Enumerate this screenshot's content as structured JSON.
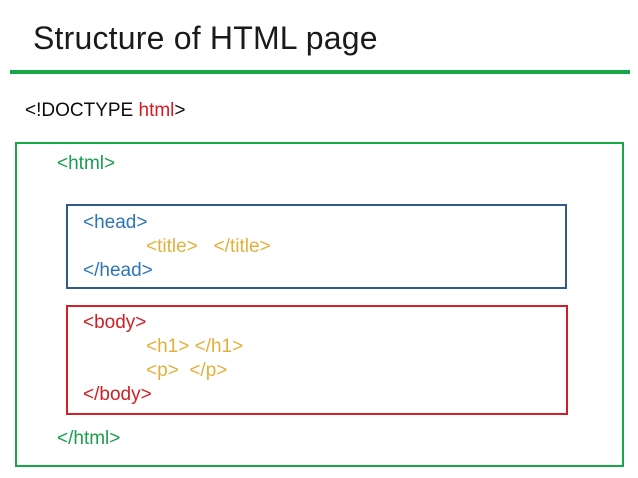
{
  "slide": {
    "title": "Structure of HTML page",
    "accent_green": "#17a84a",
    "accent_red": "#d71920",
    "accent_blue": "#2e75b6",
    "accent_amber": "#e3b03c",
    "title_color": "#1a1a1a"
  },
  "doctype": {
    "prefix": "<!DOCTYPE ",
    "keyword": "html",
    "suffix": ">"
  },
  "html_block": {
    "open_tag": "<html>",
    "close_tag": "</html>",
    "border_color": "#17a84a",
    "text_color": "#1a9e4b"
  },
  "head_block": {
    "open_tag": "<head>",
    "close_tag": "</head>",
    "inner_tags": "<title>   </title>",
    "border_color": "#2e5b8c",
    "text_color": "#2e75b6",
    "inner_color": "#e3b03c"
  },
  "body_block": {
    "open_tag": "<body>",
    "close_tag": "</body>",
    "heading_tags": "<h1> </h1>",
    "paragraph_tags": "<p>  </p>",
    "border_color": "#d32027",
    "text_color": "#cf2026",
    "inner_color": "#e3b03c"
  }
}
